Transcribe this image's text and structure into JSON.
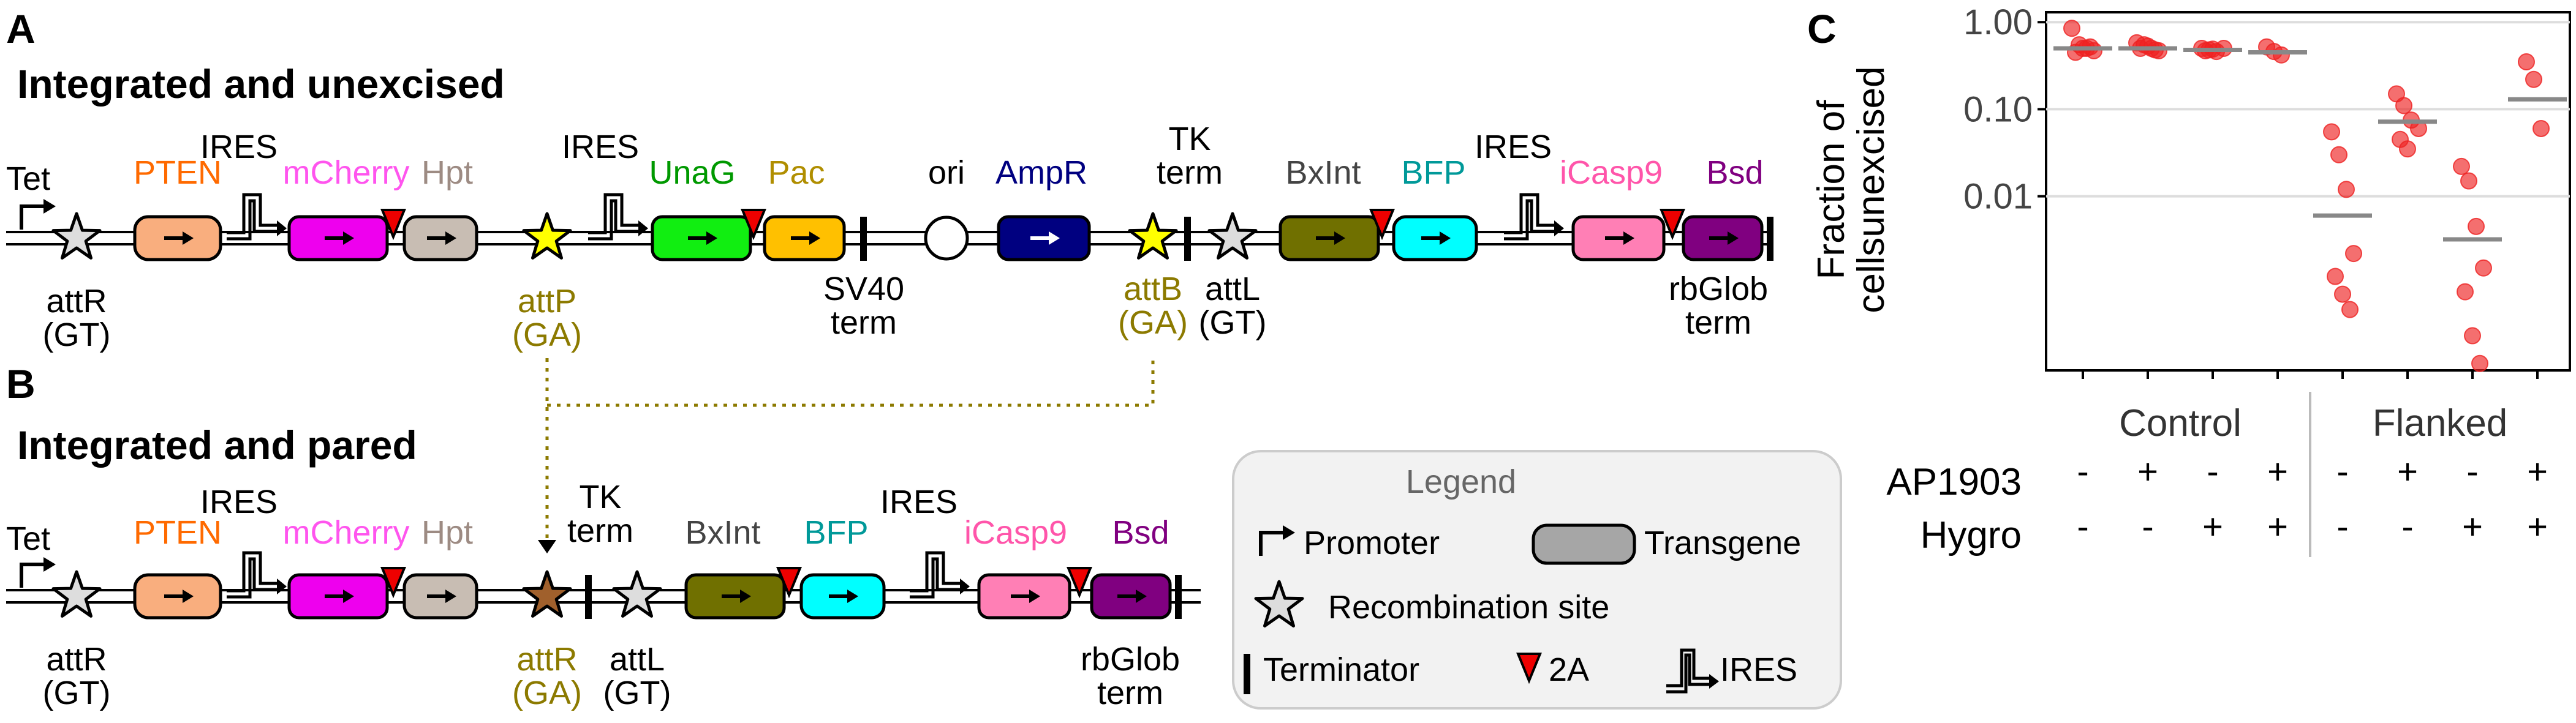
{
  "panels": {
    "a": "A",
    "b": "B",
    "c": "C"
  },
  "construct_a": {
    "title": "Integrated and unexcised",
    "labels": {
      "tet": "Tet",
      "pten": "PTEN",
      "ires": "IRES",
      "mcherry": "mCherry",
      "hpt": "Hpt",
      "unag": "UnaG",
      "pac": "Pac",
      "ori": "ori",
      "ampr": "AmpR",
      "tk_term_1": "TK",
      "tk_term_2": "term",
      "bxint": "BxInt",
      "bfp": "BFP",
      "icasp9": "iCasp9",
      "bsd": "Bsd",
      "attr_1": "attR",
      "attr_2": "(GT)",
      "attp_1": "attP",
      "attp_2": "(GA)",
      "sv40_1": "SV40",
      "sv40_2": "term",
      "attb_1": "attB",
      "attb_2": "(GA)",
      "attl_1": "attL",
      "attl_2": "(GT)",
      "rbglob_1": "rbGlob",
      "rbglob_2": "term"
    }
  },
  "construct_b": {
    "title": "Integrated and pared",
    "labels": {
      "tet": "Tet",
      "pten": "PTEN",
      "ires": "IRES",
      "mcherry": "mCherry",
      "hpt": "Hpt",
      "tk_term_1": "TK",
      "tk_term_2": "term",
      "bxint": "BxInt",
      "bfp": "BFP",
      "icasp9": "iCasp9",
      "bsd": "Bsd",
      "attr_1": "attR",
      "attr_2": "(GT)",
      "attr_ga_1": "attR",
      "attr_ga_2": "(GA)",
      "attl_1": "attL",
      "attl_2": "(GT)",
      "rbglob_1": "rbGlob",
      "rbglob_2": "term"
    }
  },
  "legend": {
    "title": "Legend",
    "promoter": "Promoter",
    "transgene": "Transgene",
    "recombination": "Recombination site",
    "terminator": "Terminator",
    "twoa": "2A",
    "ires": "IRES"
  },
  "colors": {
    "pten": "#f9ae7e",
    "pten_text": "#ff6a00",
    "mcherry": "#ee00ee",
    "mcherry_text": "#ff55ee",
    "hpt": "#c8bdb3",
    "hpt_text": "#9d8b83",
    "unag": "#11ee11",
    "unag_text": "#009900",
    "pac": "#ffc000",
    "pac_text": "#b08e00",
    "ampr": "#000080",
    "ampr_text": "#000080",
    "bxint": "#707000",
    "bxint_text": "#444444",
    "bfp": "#00ffff",
    "bfp_text": "#009999",
    "icasp9": "#ff7fb5",
    "icasp9_text": "#ff55aa",
    "bsd": "#800080",
    "bsd_text": "#800080",
    "ga_text": "#8c7a00",
    "star_ga": "#ffff00",
    "star_gt": "#dddddd",
    "star_pared": "#a0602c",
    "twoa": "#ee0000",
    "points": "#ee2222"
  },
  "chart_data": {
    "type": "scatter",
    "ylabel_1": "Fraction of",
    "ylabel_2": "cellsunexcised",
    "yscale": "log",
    "ylim": [
      0.0001,
      1.3
    ],
    "yticks": [
      1.0,
      0.1,
      0.01
    ],
    "ytick_labels": [
      "1.00",
      "0.10",
      "0.01"
    ],
    "grid": true,
    "groups": [
      "Control",
      "Flanked"
    ],
    "row_labels": [
      "AP1903",
      "Hygro"
    ],
    "conditions": [
      {
        "group": "Control",
        "ap1903": "-",
        "hygro": "-",
        "median": 0.5,
        "points": [
          0.85,
          0.55,
          0.5,
          0.47,
          0.45,
          0.5,
          0.52
        ]
      },
      {
        "group": "Control",
        "ap1903": "+",
        "hygro": "-",
        "median": 0.5,
        "points": [
          0.58,
          0.55,
          0.5,
          0.47,
          0.5,
          0.53,
          0.48
        ]
      },
      {
        "group": "Control",
        "ap1903": "-",
        "hygro": "+",
        "median": 0.48,
        "points": [
          0.5,
          0.48,
          0.46,
          0.5,
          0.47,
          0.49
        ]
      },
      {
        "group": "Control",
        "ap1903": "+",
        "hygro": "+",
        "median": 0.45,
        "points": [
          0.52,
          0.46,
          0.42
        ]
      },
      {
        "group": "Flanked",
        "ap1903": "-",
        "hygro": "-",
        "median": 0.006,
        "points": [
          0.055,
          0.03,
          0.012,
          0.0022,
          0.0012,
          0.00075,
          0.0005
        ]
      },
      {
        "group": "Flanked",
        "ap1903": "+",
        "hygro": "-",
        "median": 0.072,
        "points": [
          0.15,
          0.11,
          0.075,
          0.06,
          0.045,
          0.035
        ]
      },
      {
        "group": "Flanked",
        "ap1903": "-",
        "hygro": "+",
        "median": 0.0032,
        "points": [
          0.022,
          0.015,
          0.0045,
          0.0015,
          0.0008,
          0.00025,
          0.00012
        ]
      },
      {
        "group": "Flanked",
        "ap1903": "+",
        "hygro": "+",
        "median": 0.13,
        "points": [
          0.35,
          0.22,
          0.06
        ]
      }
    ]
  }
}
